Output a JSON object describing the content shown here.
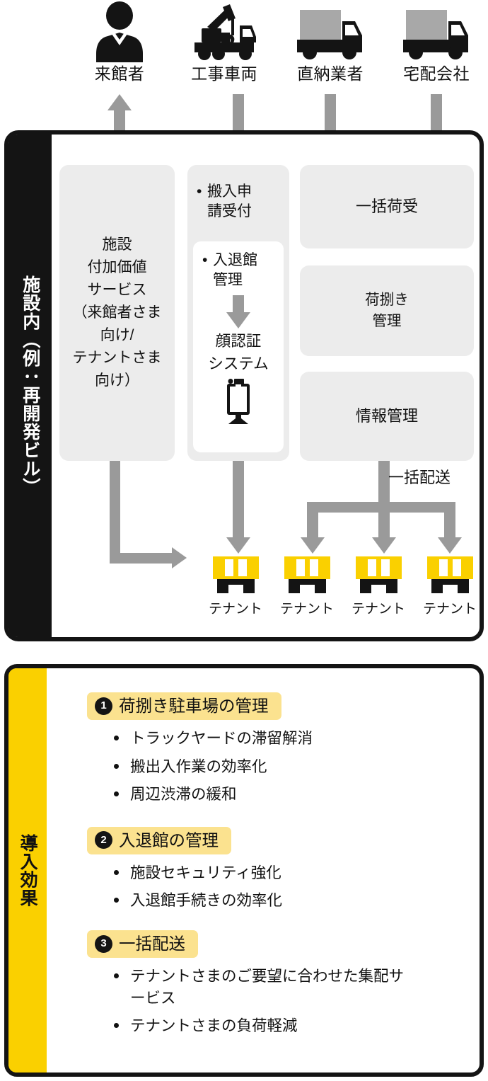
{
  "actors": [
    {
      "label": "来館者",
      "icon": "person-icon",
      "arrow": "up"
    },
    {
      "label": "工事車両",
      "icon": "crane-truck-icon",
      "arrow": "down"
    },
    {
      "label": "直納業者",
      "icon": "box-truck-icon",
      "arrow": "down"
    },
    {
      "label": "宅配会社",
      "icon": "box-truck-icon",
      "arrow": "down"
    }
  ],
  "main_panel": {
    "side_label": "施設内（例：再開発ビル）",
    "service_box": "施設\n付加価値\nサービス\n（来館者さま\n向け/\nテナントさま\n向け）",
    "service_box_lines": [
      "施設",
      "付加価値",
      "サービス",
      "（来館者さま",
      "向け/",
      "テナントさま",
      "向け）"
    ],
    "entry_box": {
      "bullets": [
        "搬入申\n請受付",
        "入退館\n管理"
      ],
      "bullet1_lines": [
        "搬入申",
        "請受付"
      ],
      "bullet2_lines": [
        "入退館",
        "管理"
      ],
      "system_lines": [
        "顔認証",
        "システム"
      ],
      "system_icon": "face-recognition-terminal-icon"
    },
    "right_boxes": [
      {
        "label": "一括荷受"
      },
      {
        "label": "荷捌き\n管理",
        "lines": [
          "荷捌き",
          "管理"
        ]
      },
      {
        "label": "情報管理"
      }
    ],
    "batch_delivery_label": "一括配送",
    "tenants": [
      {
        "label": "テナント",
        "icon": "shop-icon"
      },
      {
        "label": "テナント",
        "icon": "shop-icon"
      },
      {
        "label": "テナント",
        "icon": "shop-icon"
      },
      {
        "label": "テナント",
        "icon": "shop-icon"
      }
    ]
  },
  "effects_panel": {
    "side_label": "導入効果",
    "groups": [
      {
        "number": "1",
        "title": "荷捌き駐車場の管理",
        "items": [
          "トラックヤードの滞留解消",
          "搬出入作業の効率化",
          "周辺渋滞の緩和"
        ]
      },
      {
        "number": "2",
        "title": "入退館の管理",
        "items": [
          "施設セキュリティ強化",
          "入退館手続きの効率化"
        ]
      },
      {
        "number": "3",
        "title": "一括配送",
        "items": [
          "テナントさまのご要望に合わせた集配サービス",
          "テナントさまの負荷軽減"
        ]
      }
    ]
  },
  "colors": {
    "black": "#141414",
    "yellow": "#FAD000",
    "badge_yellow": "#FBE28F",
    "gray_box": "#ECECEC",
    "arrow_gray": "#9A9A9A",
    "truck_cargo_gray": "#A8A8A8"
  }
}
